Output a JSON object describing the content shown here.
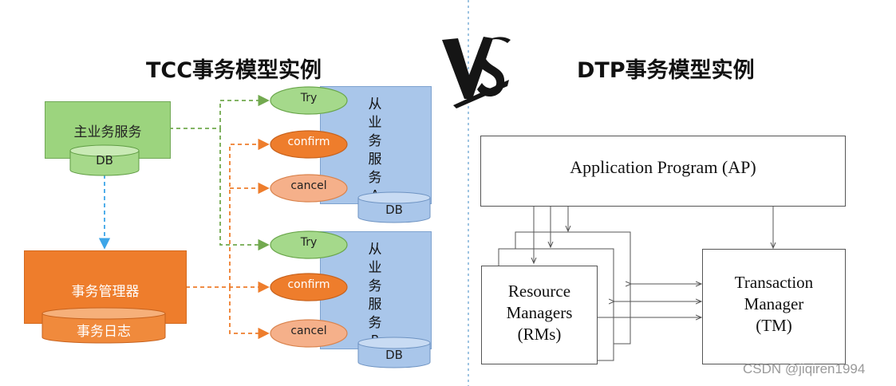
{
  "tcc": {
    "title": "TCC事务模型实例",
    "main_service": "主业务服务",
    "db": "DB",
    "tx_manager": "事务管理器",
    "tx_log": "事务日志",
    "try": "Try",
    "confirm": "confirm",
    "cancel": "cancel",
    "sub_a_chars": [
      "从",
      "业",
      "务",
      "服",
      "务",
      "A"
    ],
    "sub_b_chars": [
      "从",
      "业",
      "务",
      "服",
      "务",
      "B"
    ]
  },
  "vs": "VS",
  "dtp": {
    "title": "DTP事务模型实例",
    "ap": "Application Program (AP)",
    "rm_lines": [
      "Resource",
      "Managers",
      "(RMs)"
    ],
    "tm_lines": [
      "Transaction",
      "Manager",
      "(TM)"
    ]
  },
  "watermark": "CSDN @jiqiren1994",
  "colors": {
    "green": "#9cd47e",
    "orange": "#ee7d2c",
    "light_orange": "#f5b08a",
    "blue": "#a9c6ea",
    "dashed_blue": "#3ea6e8"
  }
}
